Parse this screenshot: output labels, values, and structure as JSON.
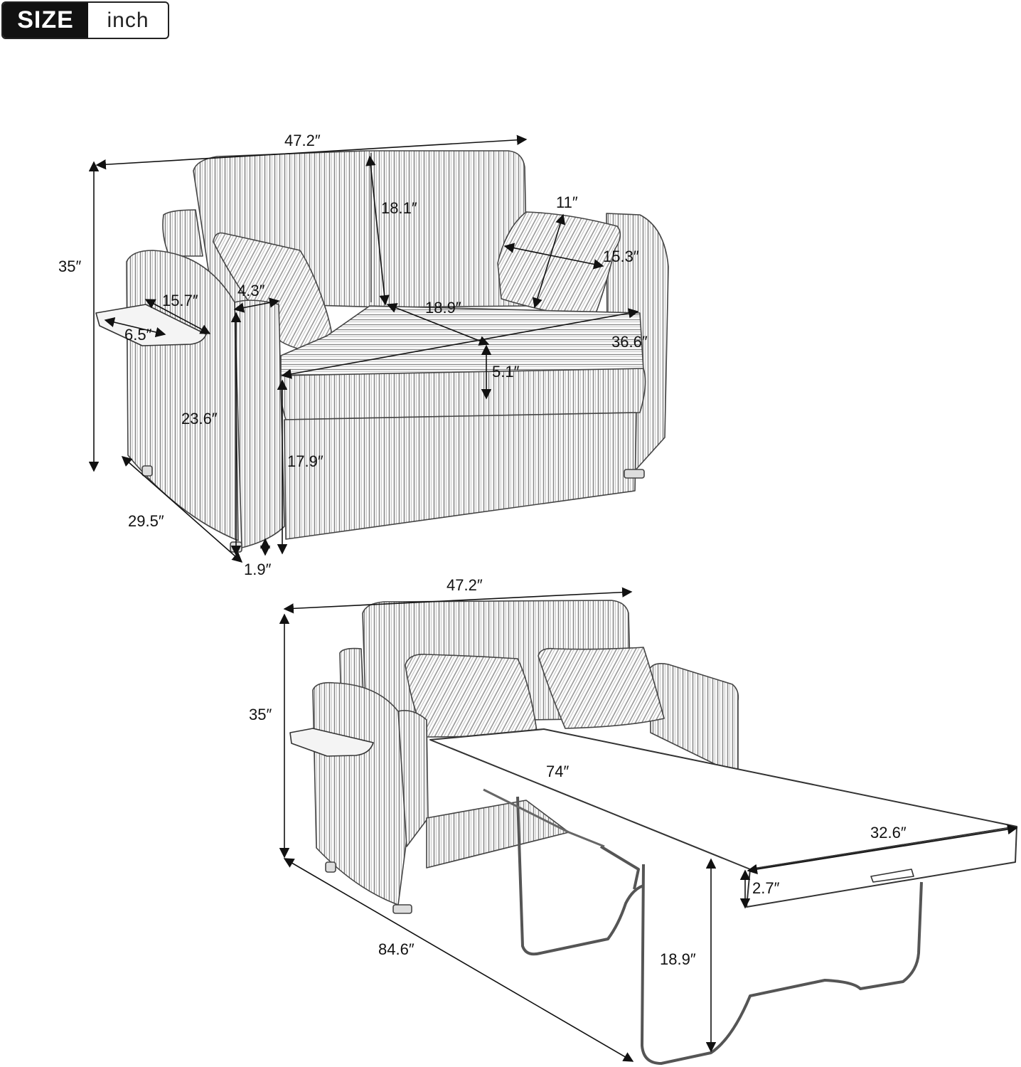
{
  "badge": {
    "label": "SIZE",
    "unit": "inch"
  },
  "sofa": {
    "overall_width": "47.2″",
    "overall_height": "35″",
    "overall_depth": "29.5″",
    "back_height": "18.1″",
    "pillow_height": "11″",
    "pillow_width": "15.3″",
    "tray_length": "15.7″",
    "tray_width": "6.5″",
    "arm_width": "4.3″",
    "seat_depth": "18.9″",
    "seat_width": "36.6″",
    "cushion_thickness": "5.1″",
    "arm_height": "23.6″",
    "seat_height": "17.9″",
    "leg_height": "1.9″"
  },
  "bed": {
    "overall_width": "47.2″",
    "overall_height": "35″",
    "overall_length": "84.6″",
    "mattress_length": "74″",
    "mattress_width": "32.6″",
    "mattress_thickness": "2.7″",
    "bed_height": "18.9″"
  }
}
